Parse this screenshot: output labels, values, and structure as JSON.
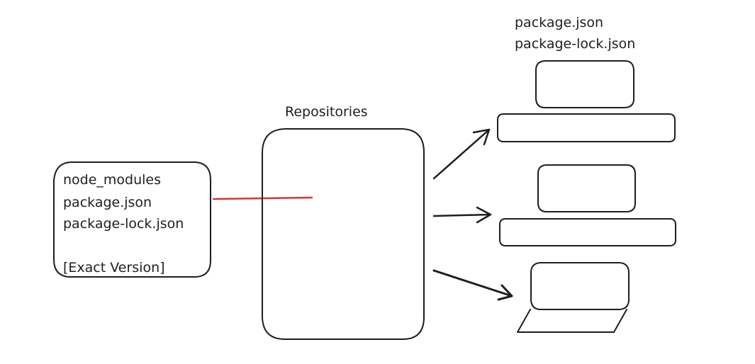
{
  "canvas": {
    "background": "#ffffff",
    "stroke_color": "#1e1e1e",
    "connector_color": "#e03131"
  },
  "local_box": {
    "lines": [
      "node_modules",
      "package.json",
      "package-lock.json",
      "",
      "[Exact Version]"
    ]
  },
  "repository": {
    "label": "Repositories"
  },
  "clients": {
    "top_label_lines": [
      "package.json",
      "package-lock.json"
    ],
    "devices": [
      {
        "kind": "desktop"
      },
      {
        "kind": "desktop"
      },
      {
        "kind": "laptop"
      }
    ]
  }
}
